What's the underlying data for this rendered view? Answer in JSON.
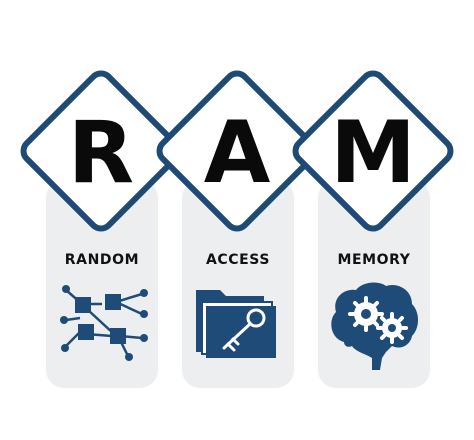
{
  "letters": [
    "R",
    "A",
    "M"
  ],
  "words": [
    "RANDOM",
    "ACCESS",
    "MEMORY"
  ],
  "icons": [
    "network-nodes-icon",
    "folder-key-icon",
    "brain-gears-icon"
  ],
  "colors": {
    "frame": "#1e4a76",
    "icon": "#1f4b78",
    "card": "#eceef0",
    "text": "#111111"
  }
}
